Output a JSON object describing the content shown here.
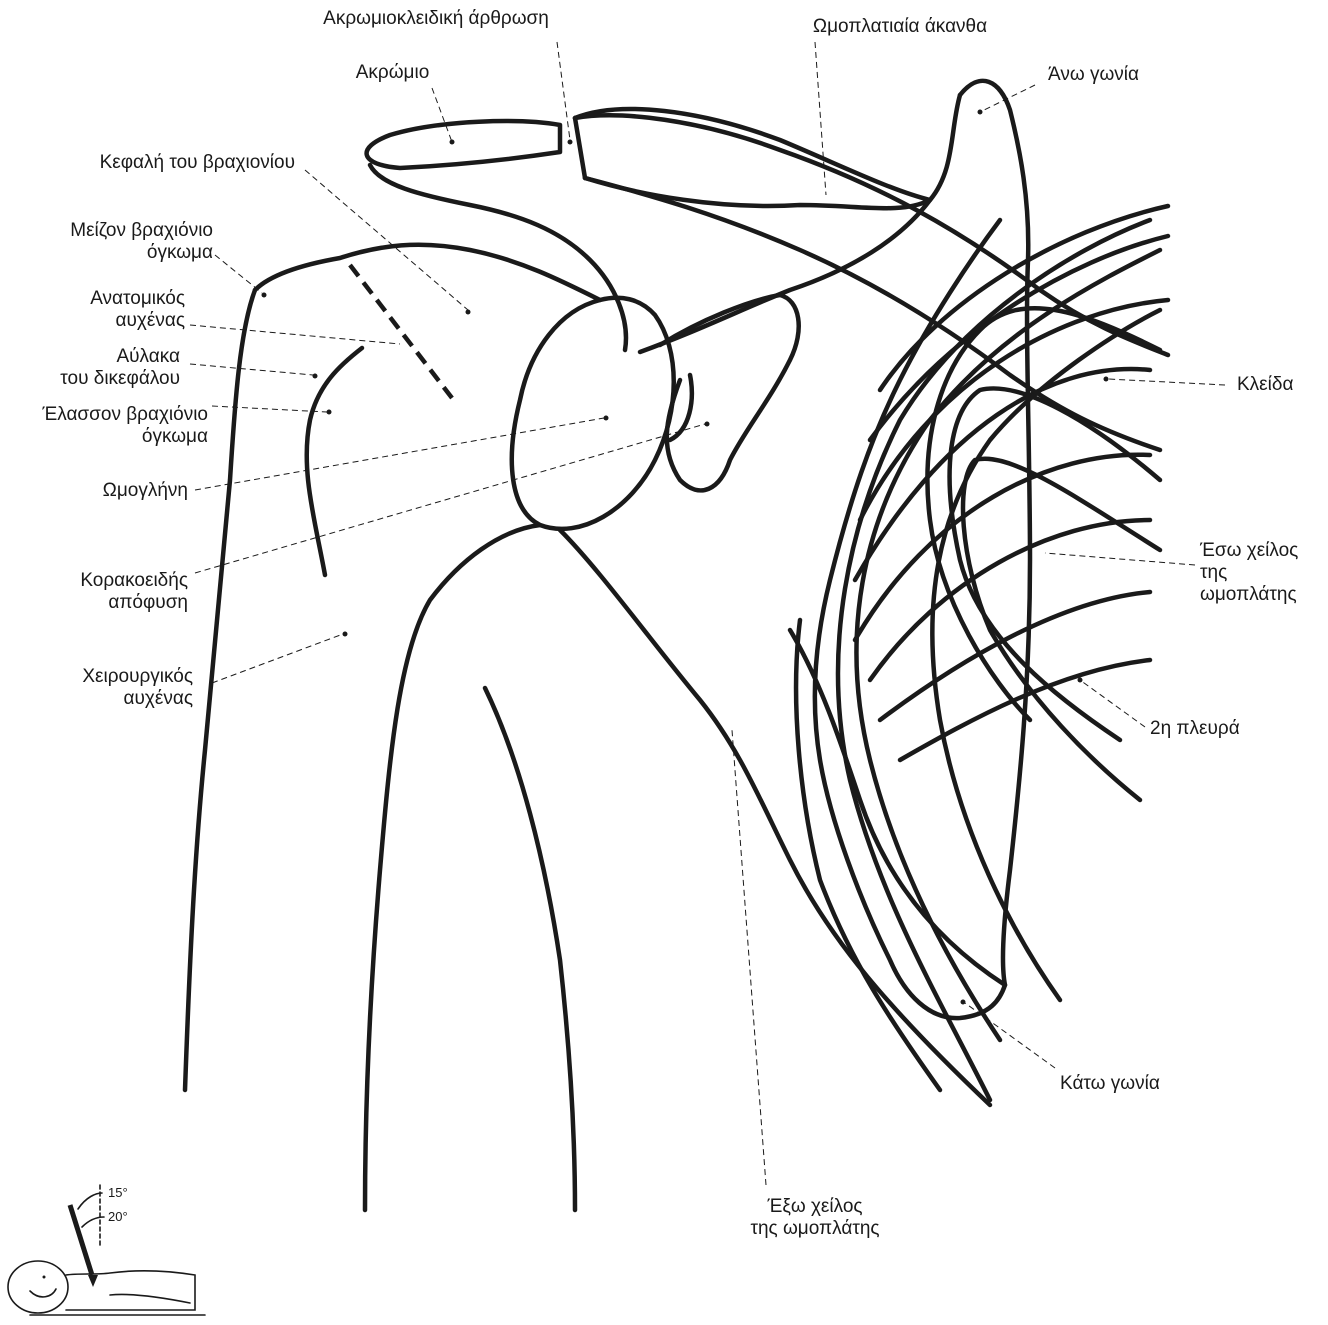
{
  "labels": {
    "acromioclavicular_joint": "Ακρωμιοκλειδική άρθρωση",
    "scapular_spine": "Ωμοπλατιαία άκανθα",
    "acromion": "Ακρώμιο",
    "superior_angle": "Άνω γωνία",
    "humeral_head": "Κεφαλή του βραχιονίου",
    "greater_tuberosity": [
      "Μείζον βραχιόνιο",
      "όγκωμα"
    ],
    "anatomical_neck": [
      "Ανατομικός",
      "αυχένας"
    ],
    "bicipital_groove": [
      "Αύλακα",
      "του δικεφάλου"
    ],
    "lesser_tuberosity": [
      "Έλασσον βραχιόνιο",
      "όγκωμα"
    ],
    "glenoid": "Ωμογλήνη",
    "coracoid": [
      "Κορακοειδής",
      "απόφυση"
    ],
    "surgical_neck": [
      "Χειρουργικός",
      "αυχένας"
    ],
    "clavicle": "Κλείδα",
    "medial_border": [
      "Έσω χείλος",
      "της",
      "ωμοπλάτης"
    ],
    "second_rib": "2η πλευρά",
    "inferior_angle": "Κάτω γωνία",
    "lateral_border": [
      "Έξω χείλος",
      "της ωμοπλάτης"
    ]
  },
  "inset": {
    "angle_top": "15°",
    "angle_bottom": "20°"
  }
}
